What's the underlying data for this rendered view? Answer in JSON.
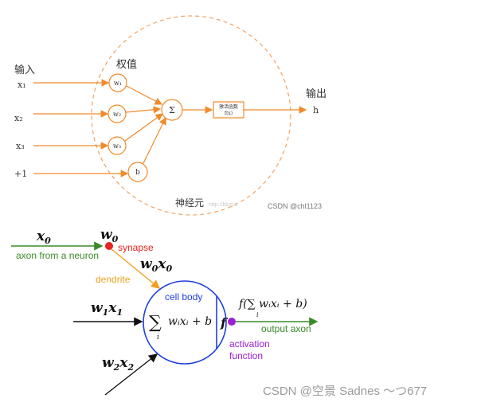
{
  "top_diagram": {
    "input_label": "输入",
    "weight_label": "权值",
    "output_label": "输出",
    "neuron_label": "神经元",
    "inputs": [
      "x₁",
      "x₂",
      "x₃",
      "+1"
    ],
    "weights": [
      "w₁",
      "w₂",
      "w₃",
      "b"
    ],
    "sum_symbol": "Σ",
    "activation_box_line1": "激活函数",
    "activation_box_line2": "f(x)",
    "output_symbol": "h",
    "watermark_url": "http://blog.c",
    "watermark_csdn": "CSDN @chl1123",
    "colors": {
      "orange": "#f08a2a",
      "dashed": "#f4a261"
    }
  },
  "bottom_diagram": {
    "x0": "x",
    "x0_sub": "0",
    "w0": "w",
    "w0_sub": "0",
    "synapse_label": "synapse",
    "axon_label": "axon from a neuron",
    "w0x0": "w",
    "w0x0_sub": "0",
    "w0x0_x": "x",
    "w0x0_xsub": "0",
    "dendrite_label": "dendrite",
    "cell_body_label": "cell body",
    "w1x1": "w",
    "w1x1_sub": "1",
    "w1x1_x": "x",
    "w1x1_xsub": "1",
    "sum_formula_sigma": "∑",
    "sum_formula_index": "i",
    "sum_formula_body": "wᵢxᵢ + b",
    "f_symbol": "f",
    "output_formula": "f(∑ wᵢxᵢ + b)",
    "output_formula_index": "i",
    "output_axon_label": "output axon",
    "activation_label_1": "activation",
    "activation_label_2": "function",
    "w2x2": "w",
    "w2x2_sub": "2",
    "w2x2_x": "x",
    "w2x2_xsub": "2",
    "colors": {
      "green": "#3a8a2a",
      "red": "#e8231f",
      "orange": "#f0a020",
      "blue": "#1f3fe0",
      "purple": "#9b1fd6"
    }
  },
  "footer_watermark": "CSDN @空景 Sadnes 〜つ677"
}
